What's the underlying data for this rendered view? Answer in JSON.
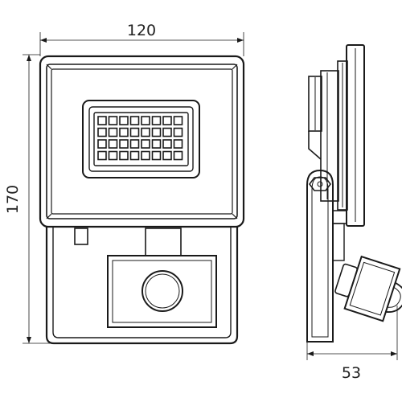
{
  "dimensions": {
    "width": "120",
    "height": "170",
    "depth": "53"
  },
  "colors": {
    "line": "#1a1a1a",
    "background": "#ffffff"
  }
}
